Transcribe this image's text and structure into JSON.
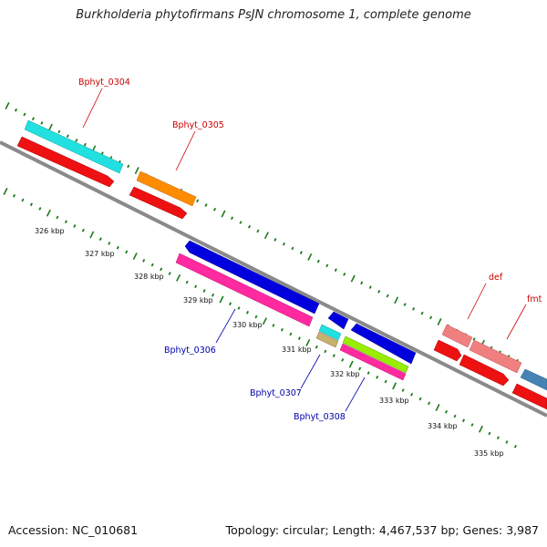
{
  "title": "Burkholderia phytofirmans PsJN chromosome 1, complete genome",
  "accession": "Accession: NC_010681",
  "summary": "Topology: circular; Length: 4,467,537 bp; Genes: 3,987",
  "colors": {
    "backbone": "#8a8a8a",
    "tick": "#1a7a1a",
    "label_above": "#cc0000",
    "label_below": "#0000aa"
  },
  "scale_labels": [
    "326 kbp",
    "327 kbp",
    "328 kbp",
    "329 kbp",
    "330 kbp",
    "331 kbp",
    "332 kbp",
    "333 kbp",
    "334 kbp",
    "335 kbp"
  ],
  "genes": [
    {
      "label": "Bphyt_0304",
      "strand": "+",
      "colors": [
        "#22e0e0",
        "#ee1111"
      ]
    },
    {
      "label": "Bphyt_0305",
      "strand": "+",
      "colors": [
        "#ff8c00",
        "#ee1111"
      ]
    },
    {
      "label": "Bphyt_0306",
      "strand": "-",
      "colors": [
        "#0000dd",
        "#ff2aa0"
      ]
    },
    {
      "label": "Bphyt_0307",
      "strand": "-",
      "colors": [
        "#0000dd",
        "#22e0e0",
        "#c8b070"
      ]
    },
    {
      "label": "Bphyt_0308",
      "strand": "-",
      "colors": [
        "#0000dd",
        "#99ee00",
        "#ff2aa0"
      ]
    },
    {
      "label": "def",
      "strand": "+",
      "colors": [
        "#f08080",
        "#ee1111"
      ]
    },
    {
      "label": "fmt",
      "strand": "+",
      "colors": [
        "#f08080",
        "#ee1111"
      ]
    },
    {
      "label": "",
      "strand": "+",
      "colors": [
        "#4682b4",
        "#ee1111"
      ]
    }
  ]
}
